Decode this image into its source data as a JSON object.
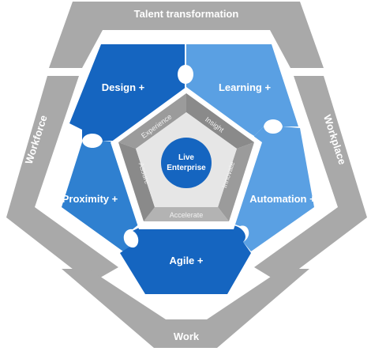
{
  "outer_ring": {
    "top": "Talent transformation",
    "left": "Workforce",
    "right": "Workplace",
    "bottom": "Work"
  },
  "pieces": {
    "design": "Design +",
    "learning": "Learning +",
    "proximity": "Proximity +",
    "automation": "Automation +",
    "agile": "Agile +"
  },
  "inner_ring": {
    "experience": "Experience",
    "insight": "Insight",
    "innovate": "Innovate",
    "accelerate": "Accelerate",
    "assure": "Assure"
  },
  "core": {
    "line1": "Live",
    "line2": "Enterprise"
  },
  "colors": {
    "outer_gray": "#a9a9a9",
    "dark_blue": "#1565c0",
    "mid_blue": "#2f80d0",
    "light_blue": "#5aa0e3",
    "inner_gray": "#9b9b9b",
    "core_blue": "#1565c0"
  }
}
